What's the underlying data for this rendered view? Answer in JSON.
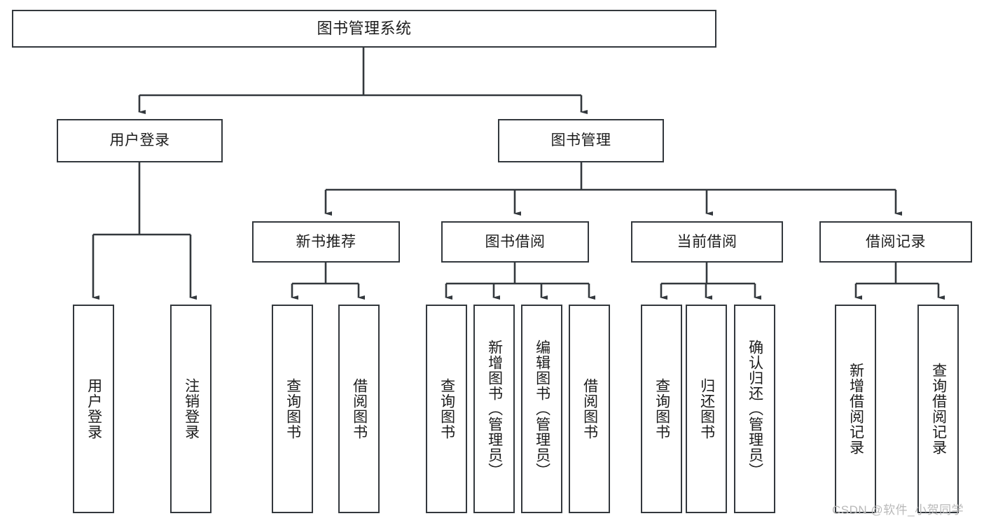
{
  "diagram": {
    "type": "tree-hierarchy-chart",
    "title": "图书管理系统",
    "colors": {
      "stroke": "#33383d",
      "fill": "#ffffff",
      "text": "#1c1c1c",
      "watermark": "#b9b9b9"
    },
    "levels": {
      "root": {
        "label": "图书管理系统"
      },
      "level2": [
        {
          "label": "用户登录"
        },
        {
          "label": "图书管理"
        }
      ],
      "level3": [
        {
          "label": "新书推荐"
        },
        {
          "label": "图书借阅"
        },
        {
          "label": "当前借阅"
        },
        {
          "label": "借阅记录"
        }
      ],
      "leaves": {
        "user_login": [
          {
            "label": "用户登录"
          },
          {
            "label": "注销登录"
          }
        ],
        "new_book_recommend": [
          {
            "label": "查询图书"
          },
          {
            "label": "借阅图书"
          }
        ],
        "book_borrow": [
          {
            "label": "查询图书"
          },
          {
            "label": "新增图书（管理员）"
          },
          {
            "label": "编辑图书（管理员）"
          },
          {
            "label": "借阅图书"
          }
        ],
        "current_borrow": [
          {
            "label": "查询图书"
          },
          {
            "label": "归还图书"
          },
          {
            "label": "确认归还（管理员）"
          }
        ],
        "borrow_record": [
          {
            "label": "新增借阅记录"
          },
          {
            "label": "查询借阅记录"
          }
        ]
      }
    }
  },
  "watermark": {
    "text": "CSDN @软件_小贺同学"
  }
}
